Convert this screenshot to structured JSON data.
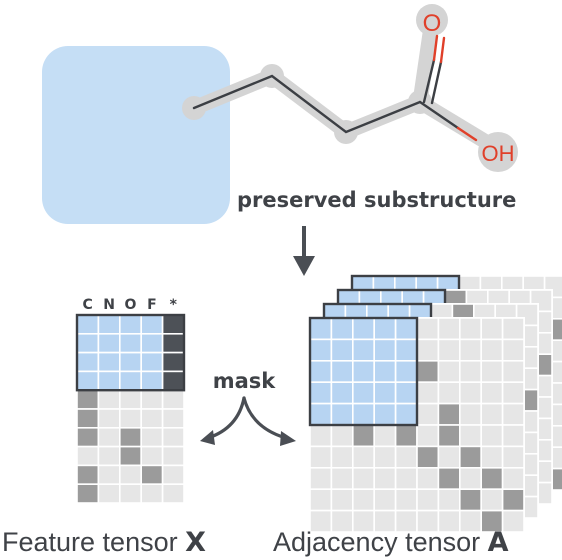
{
  "labels": {
    "preserved": "preserved substructure",
    "mask": "mask",
    "feature_text": "Feature tensor",
    "feature_symbol": "X",
    "adjacency_text": "Adjacency tensor",
    "adjacency_symbol": "A",
    "oxygen_label": "O",
    "oh_label": "OH",
    "atom_columns": [
      "C",
      "N",
      "O",
      "F",
      "*"
    ]
  },
  "colors": {
    "highlight_blue": "#c5def5",
    "cell_blue": "#b7d4f2",
    "cell_gray": "#e6e6e6",
    "cell_dark": "#9b9b9b",
    "grid_line": "#ffffff",
    "outline": "#3c3f44",
    "bond_halo": "#d4d4d4",
    "oxygen_red": "#e0402a",
    "arrow": "#4a4e54",
    "text": "#3f4247"
  },
  "feature_tensor": {
    "rows": 10,
    "cols": 5,
    "preserved_rows": 4,
    "dark_cells": [
      [
        0,
        4
      ],
      [
        1,
        4
      ],
      [
        2,
        4
      ],
      [
        3,
        4
      ],
      [
        4,
        0
      ],
      [
        5,
        0
      ],
      [
        6,
        0
      ],
      [
        6,
        2
      ],
      [
        7,
        2
      ],
      [
        8,
        0
      ],
      [
        8,
        3
      ],
      [
        9,
        0
      ]
    ]
  },
  "adjacency_tensor": {
    "size": 10,
    "layers": 4,
    "preserved_block": 5,
    "dark_cells": [
      [
        5,
        4
      ],
      [
        5,
        6
      ],
      [
        6,
        5
      ],
      [
        6,
        7
      ],
      [
        7,
        6
      ],
      [
        7,
        8
      ],
      [
        8,
        7
      ],
      [
        8,
        9
      ],
      [
        9,
        8
      ],
      [
        5,
        2
      ],
      [
        2,
        5
      ],
      [
        4,
        6
      ]
    ]
  },
  "molecule": {
    "description_free": true,
    "bond_count": 5
  }
}
